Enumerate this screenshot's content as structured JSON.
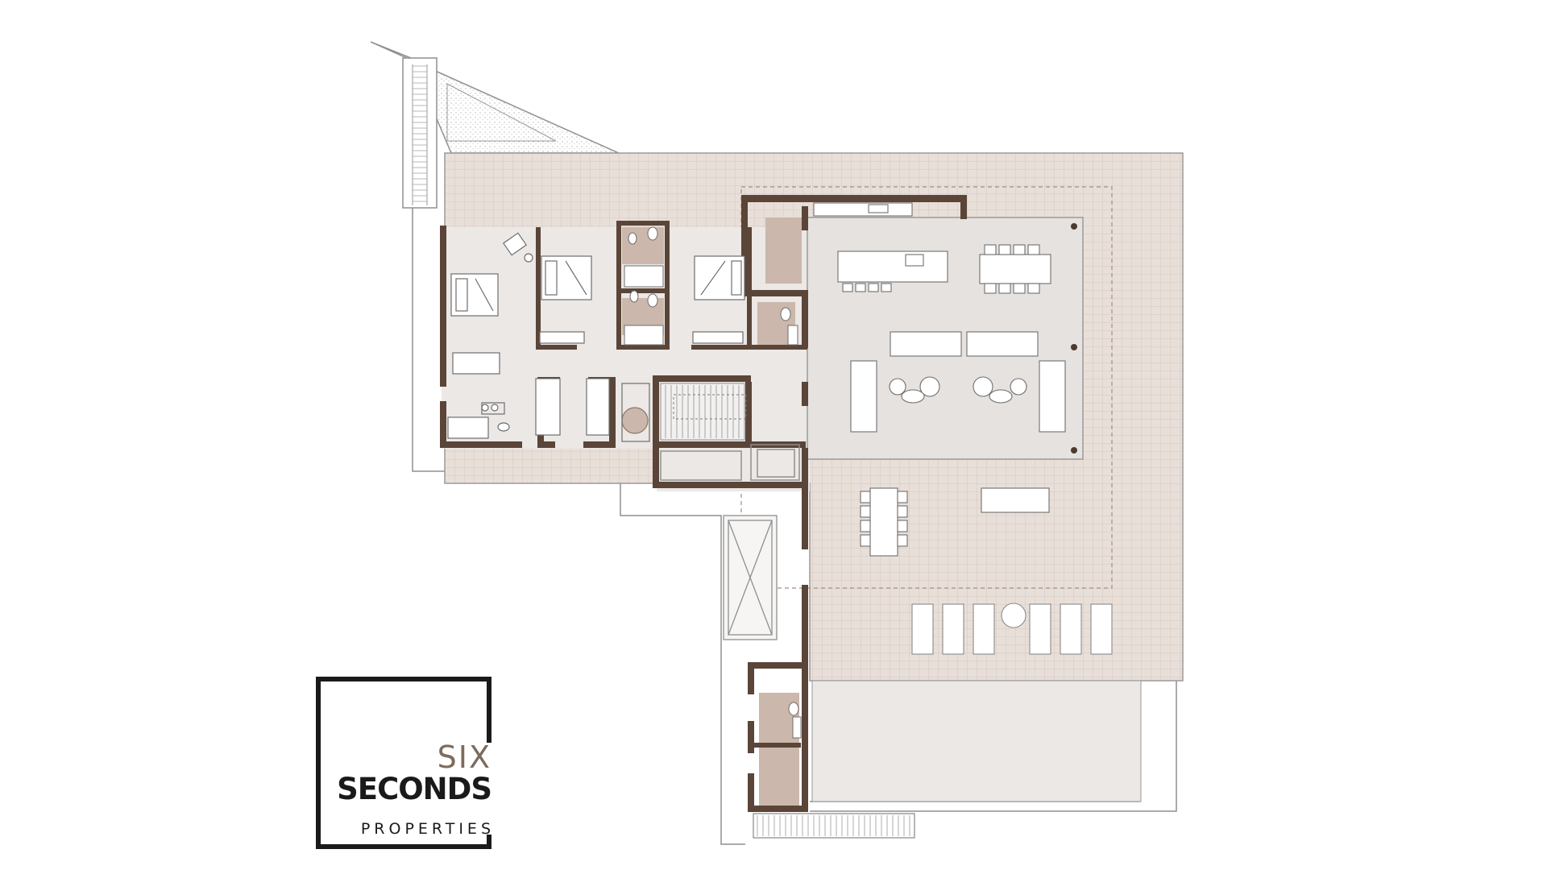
{
  "logo": {
    "line1": "SIX",
    "line2": "SECONDS",
    "line3": "PROPERTIES"
  },
  "colors": {
    "wall": "#5a4538",
    "terrace": "#e9e1dc",
    "living_floor": "#ebe8e6",
    "wet_room": "#cbb7ab",
    "outline": "#8f8f8f",
    "logo_dark": "#1a1a1a",
    "logo_accent": "#7d6b5c"
  }
}
